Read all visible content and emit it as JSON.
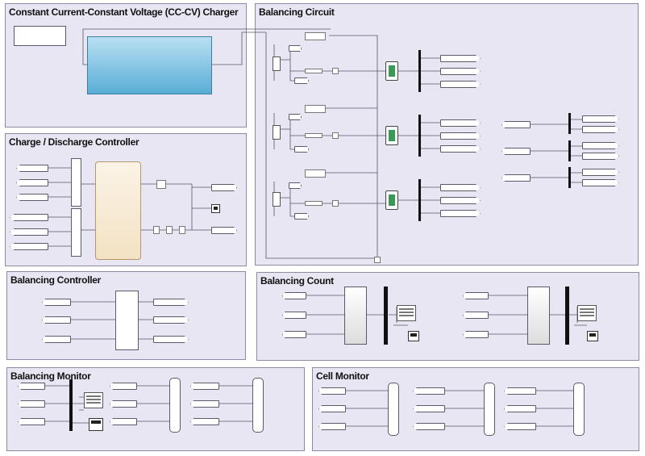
{
  "areas": {
    "charger": "Constant Current-Constant Voltage (CC-CV) Charger",
    "balancing_circuit": "Balancing Circuit",
    "charge_discharge_controller": "Charge / Discharge Controller",
    "balancing_controller": "Balancing Controller",
    "balancing_count": "Balancing Count",
    "balancing_monitor": "Balancing Monitor",
    "cell_monitor": "Cell Monitor"
  },
  "colors": {
    "area_fill": "#e8e6f3",
    "area_border": "#8d8aa3",
    "cccv_block": "#5aaed6",
    "chart_block": "#f3e2c3",
    "wire": "#555566"
  }
}
